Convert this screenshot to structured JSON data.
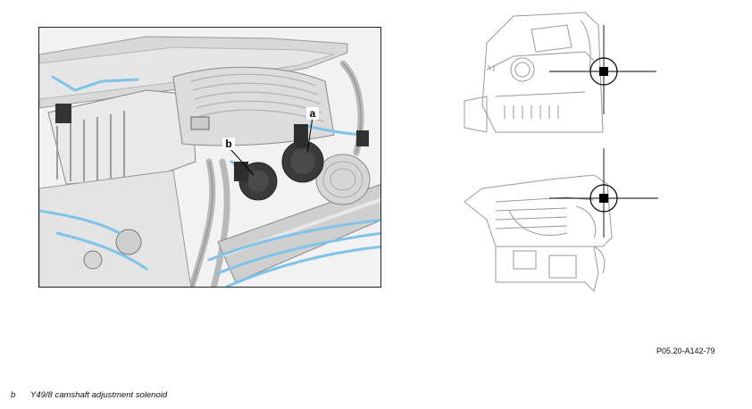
{
  "figure": {
    "callouts": [
      {
        "key": "a"
      },
      {
        "key": "b"
      }
    ]
  },
  "reference_code": "P05.20-A142-79",
  "legend": [
    {
      "key": "b",
      "text": "Y49/8 camshaft adjustment solenoid"
    }
  ],
  "colors": {
    "highlight_blue": "#7fc4e8",
    "line_gray": "#9a9a9a",
    "engine_light": "#e2e2e2",
    "engine_dark": "#3a3a3a"
  },
  "icons": {
    "locator_marker": "crosshair-square-icon"
  }
}
